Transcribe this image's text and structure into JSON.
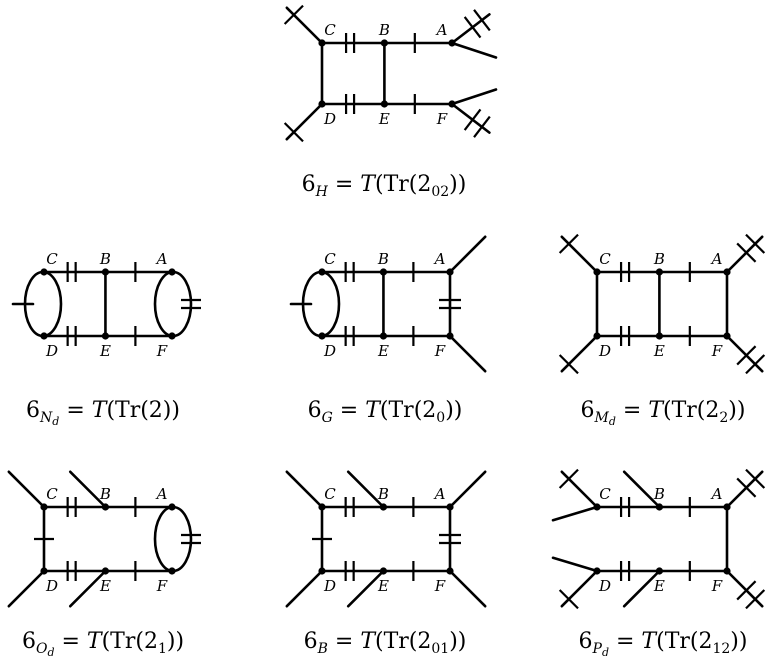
{
  "figure": {
    "diagrams": [
      {
        "id": "6H",
        "caption": {
          "base": "6",
          "sub": "H",
          "subsub": "",
          "eq": "= ",
          "T": "T",
          "tr": "(Tr(",
          "arg": "2",
          "argsub": "02",
          "tail": "))"
        },
        "labels": {
          "A": "A",
          "B": "B",
          "C": "C",
          "D": "D",
          "E": "E",
          "F": "F"
        }
      },
      {
        "id": "6Nd",
        "caption": {
          "base": "6",
          "sub": "N",
          "subsub": "d",
          "eq": "= ",
          "T": "T",
          "tr": "(Tr(",
          "arg": "2",
          "argsub": "",
          "tail": "))"
        },
        "labels": {
          "A": "A",
          "B": "B",
          "C": "C",
          "D": "D",
          "E": "E",
          "F": "F"
        }
      },
      {
        "id": "6G",
        "caption": {
          "base": "6",
          "sub": "G",
          "subsub": "",
          "eq": "= ",
          "T": "T",
          "tr": "(Tr(",
          "arg": "2",
          "argsub": "0",
          "tail": "))"
        },
        "labels": {
          "A": "A",
          "B": "B",
          "C": "C",
          "D": "D",
          "E": "E",
          "F": "F"
        }
      },
      {
        "id": "6Md",
        "caption": {
          "base": "6",
          "sub": "M",
          "subsub": "d",
          "eq": "= ",
          "T": "T",
          "tr": "(Tr(",
          "arg": "2",
          "argsub": "2",
          "tail": "))"
        },
        "labels": {
          "A": "A",
          "B": "B",
          "C": "C",
          "D": "D",
          "E": "E",
          "F": "F"
        }
      },
      {
        "id": "6Od",
        "caption": {
          "base": "6",
          "sub": "O",
          "subsub": "d",
          "eq": "= ",
          "T": "T",
          "tr": "(Tr(",
          "arg": "2",
          "argsub": "1",
          "tail": "))"
        },
        "labels": {
          "A": "A",
          "B": "B",
          "C": "C",
          "D": "D",
          "E": "E",
          "F": "F"
        }
      },
      {
        "id": "6B",
        "caption": {
          "base": "6",
          "sub": "B",
          "subsub": "",
          "eq": "= ",
          "T": "T",
          "tr": "(Tr(",
          "arg": "2",
          "argsub": "01",
          "tail": "))"
        },
        "labels": {
          "A": "A",
          "B": "B",
          "C": "C",
          "D": "D",
          "E": "E",
          "F": "F"
        }
      },
      {
        "id": "6Pd",
        "caption": {
          "base": "6",
          "sub": "P",
          "subsub": "d",
          "eq": "= ",
          "T": "T",
          "tr": "(Tr(",
          "arg": "2",
          "argsub": "12",
          "tail": "))"
        },
        "labels": {
          "A": "A",
          "B": "B",
          "C": "C",
          "D": "D",
          "E": "E",
          "F": "F"
        }
      }
    ]
  }
}
